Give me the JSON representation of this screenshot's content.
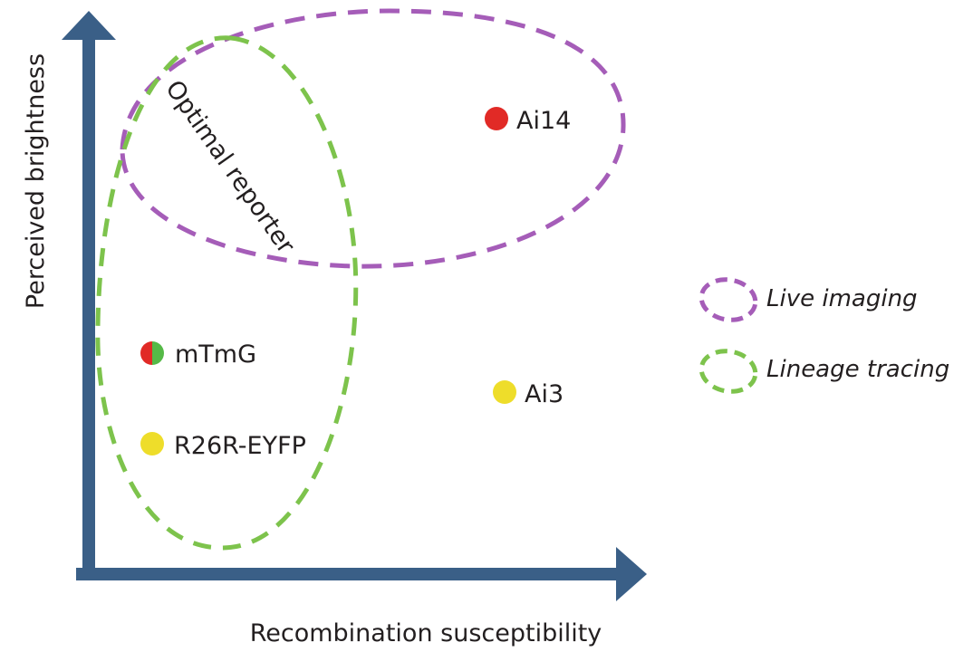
{
  "axes": {
    "y_label": "Perceived brightness",
    "x_label": "Recombination susceptibility",
    "color": "#3a5f87"
  },
  "regions": {
    "live_imaging_color": "#a55db8",
    "lineage_tracing_color": "#7dc34c",
    "overlap_label": "Optimal reporter"
  },
  "points": [
    {
      "label": "Ai14",
      "colors": [
        "#e12a26"
      ]
    },
    {
      "label": "mTmG",
      "colors": [
        "#e12a26",
        "#55b947"
      ]
    },
    {
      "label": "R26R-EYFP",
      "colors": [
        "#eedd2a"
      ]
    },
    {
      "label": "Ai3",
      "colors": [
        "#eedd2a"
      ]
    }
  ],
  "legend": [
    {
      "label": "Live imaging",
      "color": "#a55db8"
    },
    {
      "label": "Lineage tracing",
      "color": "#7dc34c"
    }
  ]
}
